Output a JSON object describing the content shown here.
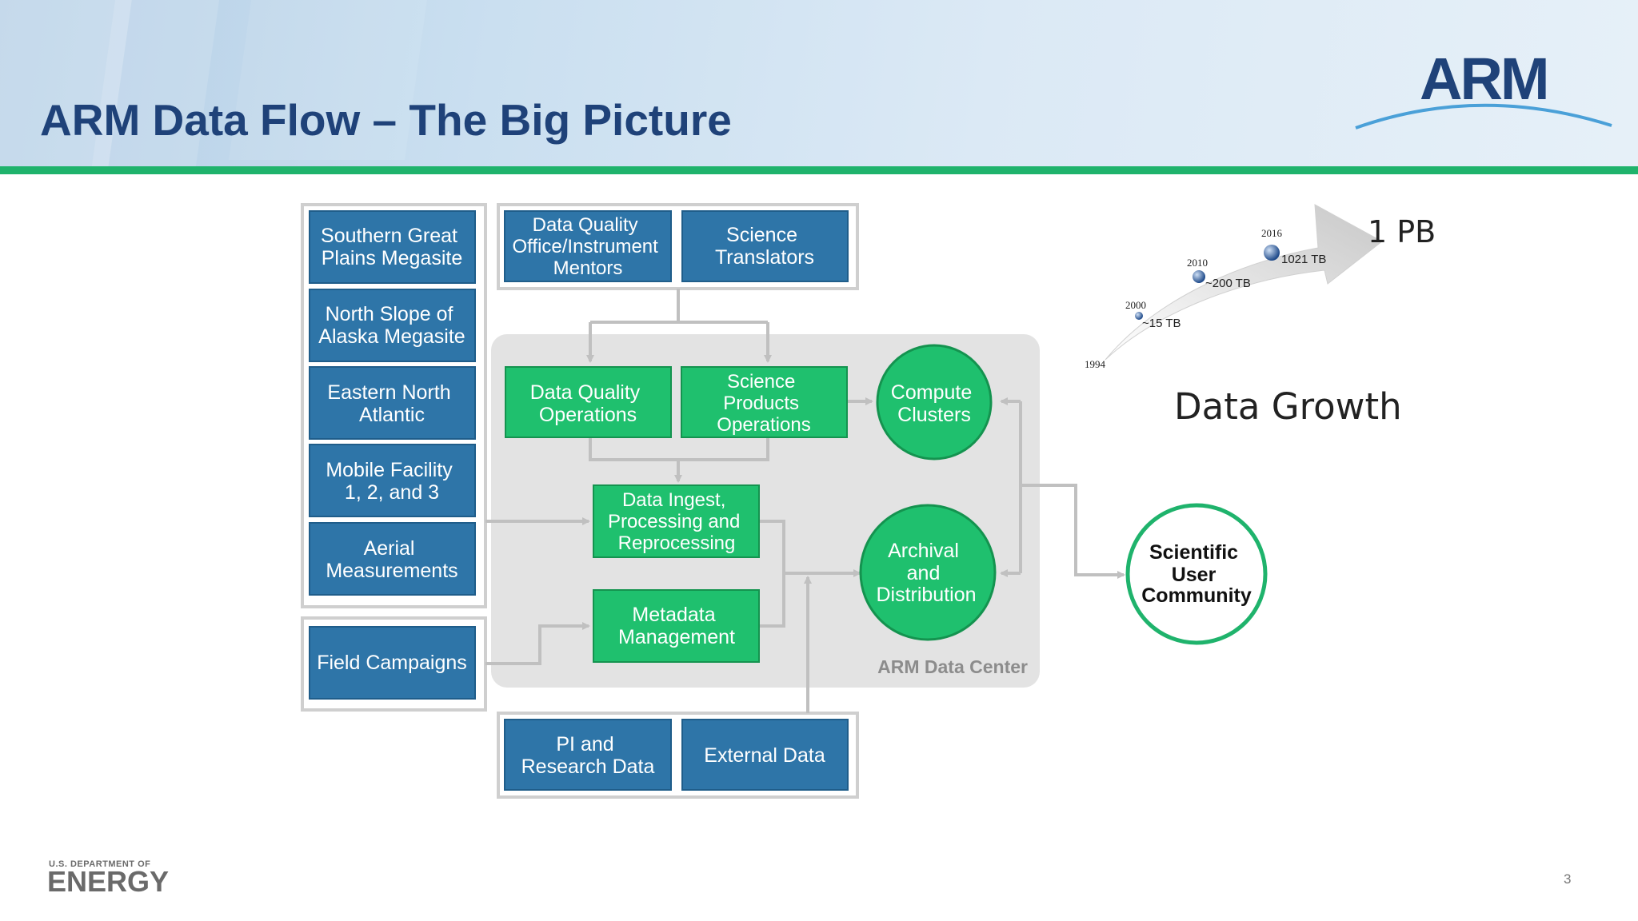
{
  "slide": {
    "title": "ARM Data Flow – The Big Picture",
    "logo": "ARM",
    "page_number": "3",
    "doe_small": "U.S. DEPARTMENT OF",
    "doe_big": "ENERGY"
  },
  "diagram": {
    "sources": [
      [
        "Southern Great",
        "Plains Megasite"
      ],
      [
        "North Slope of",
        "Alaska Megasite"
      ],
      [
        "Eastern North",
        "Atlantic"
      ],
      [
        "Mobile Facility",
        "1, 2, and 3"
      ],
      [
        "Aerial",
        "Measurements"
      ]
    ],
    "field_campaigns": "Field Campaigns",
    "top_boxes": [
      [
        "Data Quality",
        "Office/Instrument",
        "Mentors"
      ],
      [
        "Science",
        "Translators"
      ]
    ],
    "bottom_boxes": [
      [
        "PI and",
        "Research Data"
      ],
      [
        "External Data"
      ]
    ],
    "green_boxes": {
      "dq_ops": [
        "Data Quality",
        "Operations"
      ],
      "sci_ops": [
        "Science",
        "Products",
        "Operations"
      ],
      "ingest": [
        "Data Ingest,",
        "Processing and",
        "Reprocessing"
      ],
      "metadata": [
        "Metadata",
        "Management"
      ]
    },
    "circles": {
      "compute": [
        "Compute",
        "Clusters"
      ],
      "archive": [
        "Archival",
        "and",
        "Distribution"
      ],
      "community": [
        "Scientific",
        "User",
        "Community"
      ]
    },
    "center_label": "ARM Data Center"
  },
  "growth": {
    "big_label": "1 PB",
    "caption": "Data Growth",
    "points": [
      {
        "year": "1994",
        "value": ""
      },
      {
        "year": "2000",
        "value": "~15 TB"
      },
      {
        "year": "2010",
        "value": "~200 TB"
      },
      {
        "year": "2016",
        "value": "1021 TB"
      }
    ]
  },
  "colors": {
    "blue_box": "#2e75a8",
    "green_box": "#1fc06e",
    "title": "#1f4279",
    "accent_bar": "#1fb36c",
    "data_center_bg": "#e3e3e3"
  }
}
